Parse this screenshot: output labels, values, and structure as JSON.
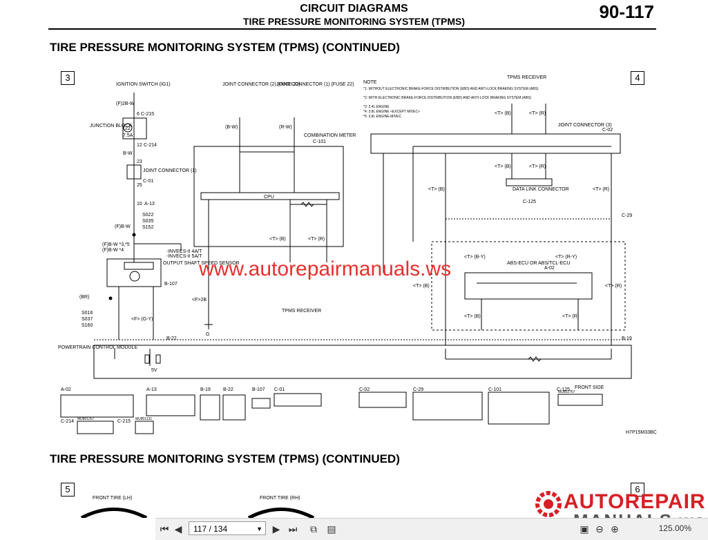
{
  "header": {
    "title": "CIRCUIT DIAGRAMS",
    "subtitle": "TIRE PRESSURE MONITORING SYSTEM (TPMS)",
    "page_number": "90-117"
  },
  "section_title_1": "TIRE PRESSURE MONITORING SYSTEM (TPMS) (CONTINUED)",
  "section_title_2": "TIRE PRESSURE MONITORING SYSTEM (TPMS) (CONTINUED)",
  "box_labels": {
    "b3": "3",
    "b4": "4",
    "b5": "5",
    "b6": "6"
  },
  "diagram": {
    "ignition_switch": "IGNITION SWITCH (IG1)",
    "fuse_wire": "(F)2B-W",
    "c215_ref": "C-215",
    "junction_block": "JUNCTION BLOCK",
    "fuse_rating": "7.5A",
    "fuse_num": "22",
    "c214_ref": "C-214",
    "pin6": "6",
    "pin12": "12",
    "pin23": "23",
    "pin25": "25",
    "pin10": "10",
    "joint_connector_1": "JOINT CONNECTOR (1)",
    "c01_ref": "C-01",
    "a13_ref": "A-13",
    "s022": "S022",
    "s035": "S035",
    "s152": "S152",
    "bw": "B-W",
    "fbw": "(F)B-W",
    "fbw_note": "(F)B-W *3,*5",
    "fbw_note2": "(F)B-W *4",
    "invecs_1": "-INVECS-II 4A/T",
    "invecs_2": "-INVECS-II 5A/T",
    "oss": "OUTPUT SHAFT SPEED SENSOR",
    "b107_ref": "B-107",
    "jc2": "JOINT CONNECTOR (2) (FUSE 22)",
    "jc1": "JOINT CONNECTOR (1) (FUSE 22)",
    "comb_meter": "COMBINATION METER",
    "c101_ref": "C-101",
    "cpu": "CPU",
    "tpms_receiver": "TPMS RECEIVER",
    "tpms_receiver_top": "TPMS RECEIVER",
    "note_title": "NOTE",
    "notes": [
      "*1: WITHOUT ELECTRONIC BRAKE-FORCE DISTRIBUTION (EBD) AND ANTI-LOCK BRAKING SYSTEM (ABS)",
      "*2: WITH ELECTRONIC BRAKE-FORCE DISTRIBUTION (EBD) AND ANTI-LOCK BRAKING SYSTEM (ABS)",
      "*3: 2.4L ENGINE",
      "*4: 3.8L ENGINE <EXCEPT MIVEC>",
      "*5: 3.8L ENGINE-MIVEC"
    ],
    "joint_connector_3": "JOINT CONNECTOR (3)",
    "c02_ref": "C-02",
    "data_link": "DATA LINK CONNECTOR",
    "c125_ref": "C-125",
    "abs_ecu": "ABS-ECU OR ABS/TCL-ECU",
    "a02_ref": "A-02",
    "c29_ref": "C-29",
    "b19_ref": "B-19",
    "b22_ref": "B-22",
    "pcm": "POWERTRAIN CONTROL MODULE",
    "v5": "5V",
    "t_b": "<T> (B)",
    "t_r": "<T> (R)",
    "t_b_y": "<T> (B-Y)",
    "t_r_y": "<T> (R-Y)",
    "f_g_y": "<F> (G-Y)",
    "f_2b": "<F>2B",
    "b_w_paren": "(B-W)",
    "r_w_paren": "(R-W)",
    "wire_br": "(BR)",
    "s016": "S016",
    "s037": "S037",
    "s160": "S160",
    "ground_g": "G",
    "figure_code": "H7P15M33BC",
    "front_side": "FRONT SIDE",
    "connector_labels": [
      "A-02",
      "A-13",
      "B-19",
      "B-22",
      "B-107",
      "C-01",
      "C-02",
      "C-29",
      "C-101",
      "C-125",
      "C-214",
      "C-215"
    ],
    "connector_codes": [
      "MU801257",
      "MU801131",
      "MU802767"
    ],
    "front_tire_lh": "FRONT TIRE (LH)",
    "front_tire_rh": "FRONT TIRE (RH)"
  },
  "watermark": "www.autorepairmanuals.ws",
  "viewer": {
    "page_input": "117 / 134",
    "zoom": "125.00%"
  },
  "logo": {
    "top": "AUTOREPAIR",
    "bottom": "MANUALS.ws"
  },
  "colors": {
    "watermark_red": "#e6312f",
    "logo_red": "#d71f26",
    "logo_grey": "#555555"
  }
}
